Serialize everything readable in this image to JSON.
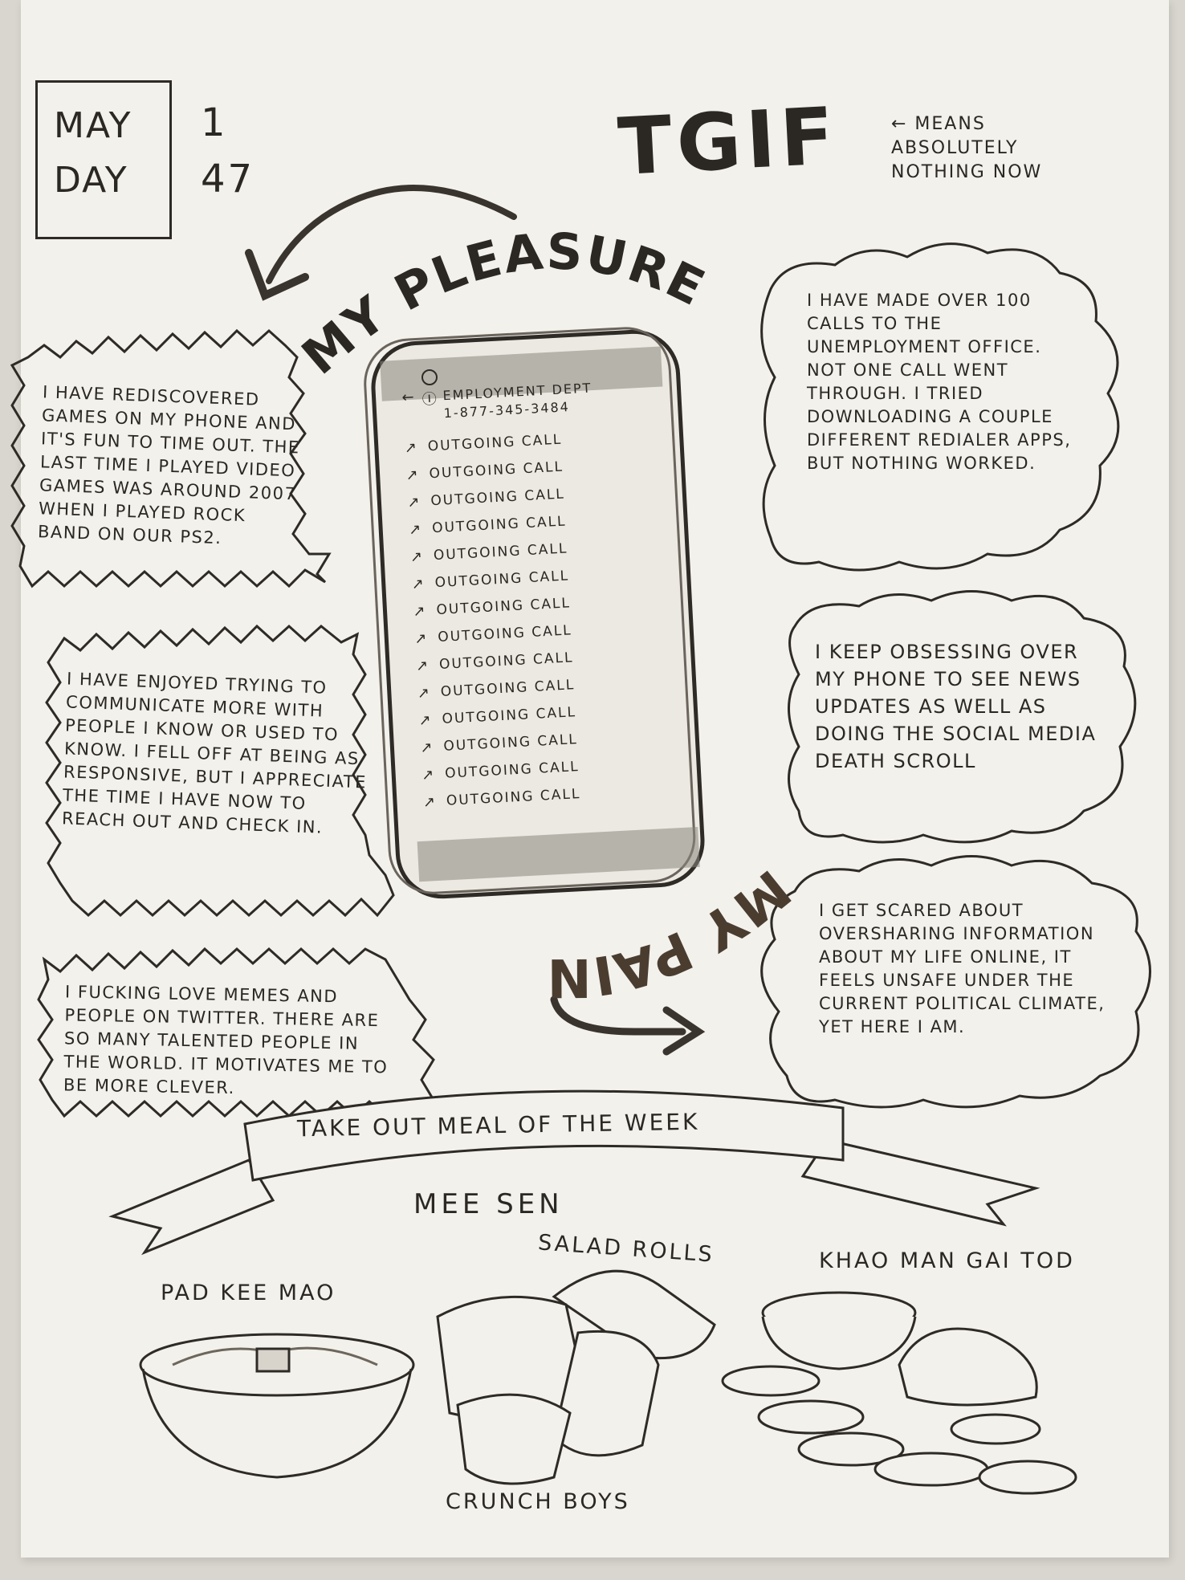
{
  "date": {
    "month_label": "MAY",
    "month_value": "1",
    "day_label": "DAY",
    "day_value": "47"
  },
  "header": {
    "tgif": "TGIF",
    "tgif_note": "← MEANS ABSOLUTELY NOTHING NOW"
  },
  "arcs": {
    "pleasure": "MY PLEASURE",
    "pain": "MY PAIN"
  },
  "phone": {
    "contact_name": "EMPLOYMENT DEPT",
    "contact_number": "1-877-345-3484",
    "calls": [
      "OUTGOING CALL",
      "OUTGOING CALL",
      "OUTGOING CALL",
      "OUTGOING CALL",
      "OUTGOING CALL",
      "OUTGOING CALL",
      "OUTGOING CALL",
      "OUTGOING CALL",
      "OUTGOING CALL",
      "OUTGOING CALL",
      "OUTGOING CALL",
      "OUTGOING CALL",
      "OUTGOING CALL",
      "OUTGOING CALL"
    ]
  },
  "pleasures": [
    "I HAVE REDISCOVERED GAMES ON MY PHONE AND IT'S FUN TO TIME OUT. THE LAST TIME I PLAYED VIDEO GAMES WAS AROUND 2007 WHEN I PLAYED ROCK BAND ON OUR PS2.",
    "I HAVE ENJOYED TRYING TO COMMUNICATE MORE WITH PEOPLE I KNOW OR USED TO KNOW. I FELL OFF AT BEING AS RESPONSIVE, BUT I APPRECIATE THE TIME I HAVE NOW TO REACH OUT AND CHECK IN.",
    "I FUCKING LOVE MEMES AND PEOPLE ON TWITTER. THERE ARE SO MANY TALENTED PEOPLE IN THE WORLD. IT MOTIVATES ME TO BE MORE CLEVER."
  ],
  "pains": [
    "I HAVE MADE OVER 100 CALLS TO THE UNEMPLOYMENT OFFICE. NOT ONE CALL WENT THROUGH. I TRIED DOWNLOADING A COUPLE DIFFERENT REDIALER APPS, BUT NOTHING WORKED.",
    "I KEEP OBSESSING OVER MY PHONE TO SEE NEWS UPDATES AS WELL AS DOING THE SOCIAL MEDIA DEATH SCROLL",
    "I GET SCARED ABOUT OVERSHARING INFORMATION ABOUT MY LIFE ONLINE, IT FEELS UNSAFE UNDER THE CURRENT POLITICAL CLIMATE, YET HERE I AM."
  ],
  "takeout": {
    "banner": "TAKE OUT MEAL OF THE WEEK",
    "restaurant": "MEE SEN",
    "dishes": {
      "pad_kee_mao": "PAD KEE MAO",
      "salad_rolls": "SALAD ROLLS",
      "khao_man_gai_tod": "KHAO MAN GAI TOD",
      "crunch_boys": "CRUNCH BOYS"
    }
  }
}
